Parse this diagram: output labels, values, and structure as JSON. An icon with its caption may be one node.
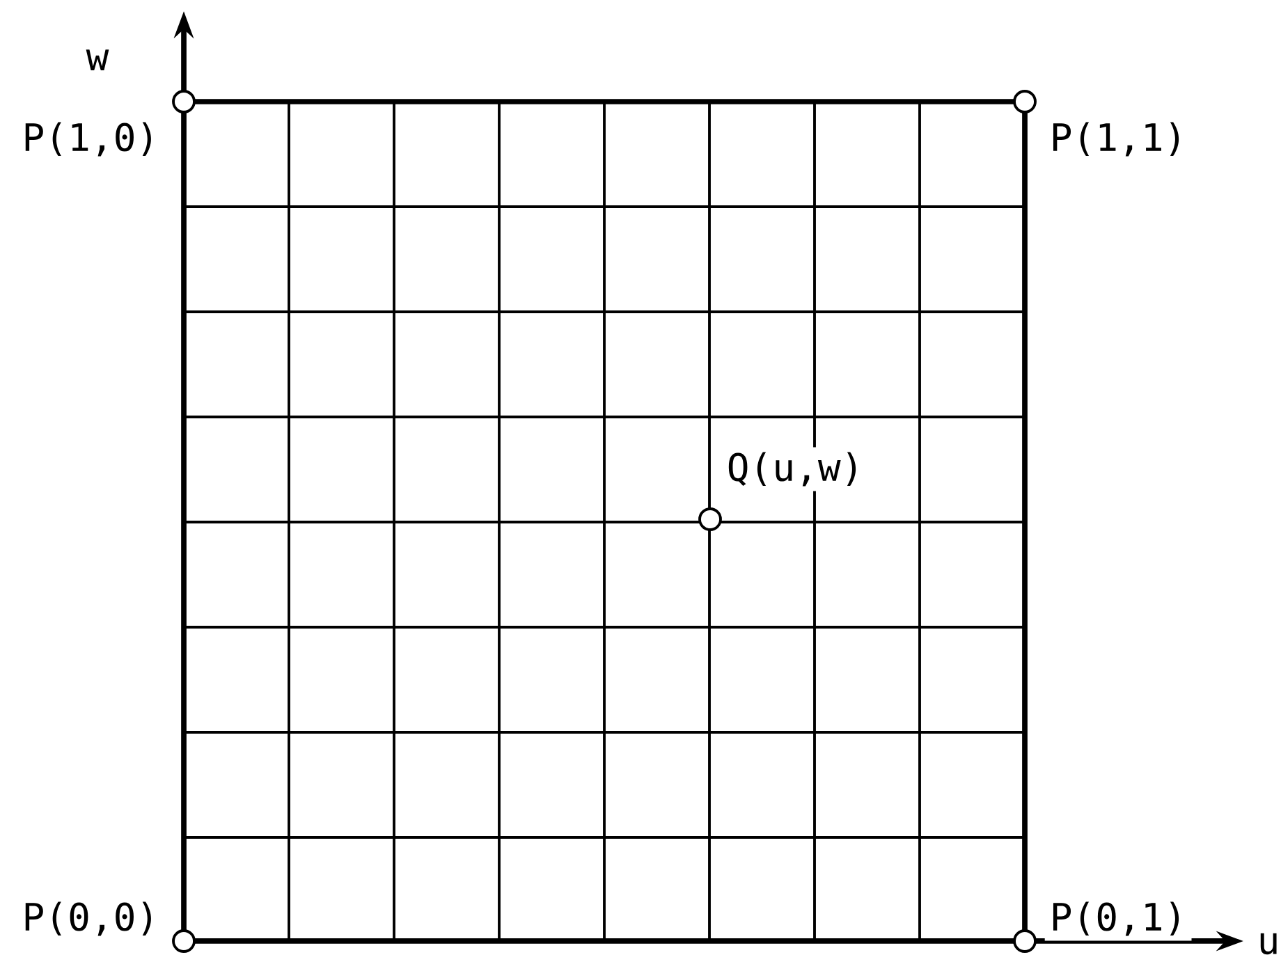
{
  "diagram": {
    "nodes": [
      {
        "text": [],
        "shape": "circle",
        "beside": [
          "P(1,0)"
        ]
      },
      {
        "text": [],
        "shape": "circle",
        "beside": [
          "P(1,1)"
        ]
      },
      {
        "text": [],
        "shape": "circle",
        "beside": [
          "Q(u,w)"
        ]
      },
      {
        "text": [],
        "shape": "circle",
        "beside": [
          "P(0,0)"
        ]
      },
      {
        "text": [],
        "shape": "circle",
        "beside": [
          "P(0,1)"
        ]
      }
    ],
    "labels": [
      "w",
      "u"
    ]
  }
}
